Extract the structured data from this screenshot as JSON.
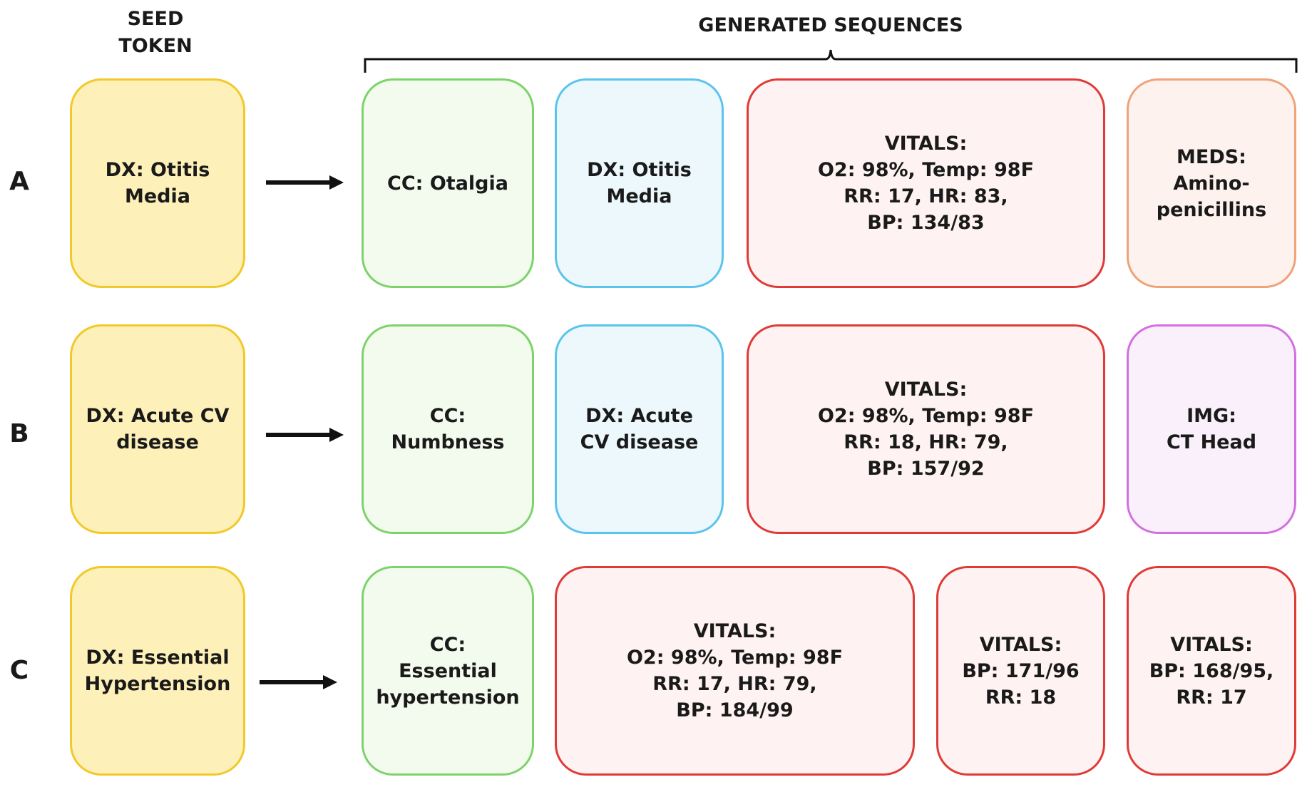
{
  "headers": {
    "seed_token": "SEED\nTOKEN",
    "generated_sequences": "GENERATED SEQUENCES"
  },
  "rows": [
    {
      "label": "A",
      "seed": "DX: Otitis\nMedia",
      "sequence": [
        {
          "kind": "cc",
          "text": "CC: Otalgia"
        },
        {
          "kind": "dx",
          "text": "DX: Otitis\nMedia"
        },
        {
          "kind": "vitals",
          "text": "VITALS:\nO2: 98%, Temp: 98F\nRR: 17, HR: 83,\nBP: 134/83"
        },
        {
          "kind": "meds",
          "text": "MEDS:\nAmino-\npenicillins"
        }
      ]
    },
    {
      "label": "B",
      "seed": "DX: Acute CV\ndisease",
      "sequence": [
        {
          "kind": "cc",
          "text": "CC:\nNumbness"
        },
        {
          "kind": "dx",
          "text": "DX: Acute\nCV disease"
        },
        {
          "kind": "vitals",
          "text": "VITALS:\nO2: 98%, Temp: 98F\nRR: 18, HR: 79,\nBP: 157/92"
        },
        {
          "kind": "img",
          "text": "IMG:\nCT Head"
        }
      ]
    },
    {
      "label": "C",
      "seed": "DX: Essential\nHypertension",
      "sequence": [
        {
          "kind": "cc",
          "text": "CC:\nEssential\nhypertension"
        },
        {
          "kind": "vitals",
          "text": "VITALS:\nO2: 98%, Temp: 98F\nRR: 17, HR: 79,\nBP: 184/99"
        },
        {
          "kind": "vitals",
          "text": "VITALS:\nBP: 171/96\nRR: 18"
        },
        {
          "kind": "vitals",
          "text": "VITALS:\nBP: 168/95,\nRR: 17"
        }
      ]
    }
  ],
  "colors": {
    "seed_fill": "#fdf0b8",
    "seed_border": "#f2c92a",
    "cc_fill": "#f2fbed",
    "cc_border": "#7dd36a",
    "dx_fill": "#ecf8fc",
    "dx_border": "#5cc4ec",
    "vitals_fill": "#fef3f2",
    "vitals_border": "#e03a37",
    "meds_fill": "#fdf2ed",
    "meds_border": "#efa37a",
    "img_fill": "#faf0fb",
    "img_border": "#d270e0"
  }
}
